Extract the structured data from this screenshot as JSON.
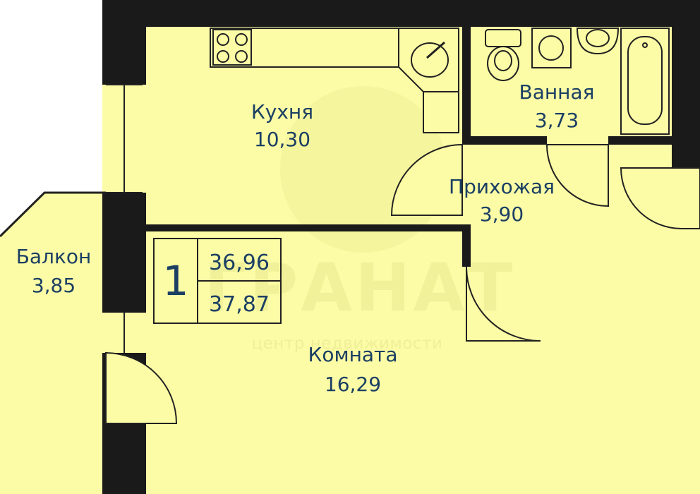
{
  "colors": {
    "floor": "#fcfca6",
    "wall": "#1a1a1a",
    "line": "#222222",
    "label": "#1b3f63",
    "watermark": "#eeee96"
  },
  "rooms": {
    "kitchen": {
      "name": "Кухня",
      "area": "10,30"
    },
    "bathroom": {
      "name": "Ванная",
      "area": "3,73"
    },
    "hallway": {
      "name": "Прихожая",
      "area": "3,90"
    },
    "balcony": {
      "name": "Балкон",
      "area": "3,85"
    },
    "living": {
      "name": "Комната",
      "area": "16,29"
    }
  },
  "info_box": {
    "rooms_count": "1",
    "living_area": "36,96",
    "total_area": "37,87"
  },
  "watermark": {
    "brand": "ГРАНАТ",
    "tagline": "центр недвижимости"
  },
  "fixtures": [
    "stove-icon",
    "kitchen-sink-icon",
    "toilet-icon",
    "washing-machine-icon",
    "bathroom-sink-icon",
    "bathtub-icon"
  ]
}
